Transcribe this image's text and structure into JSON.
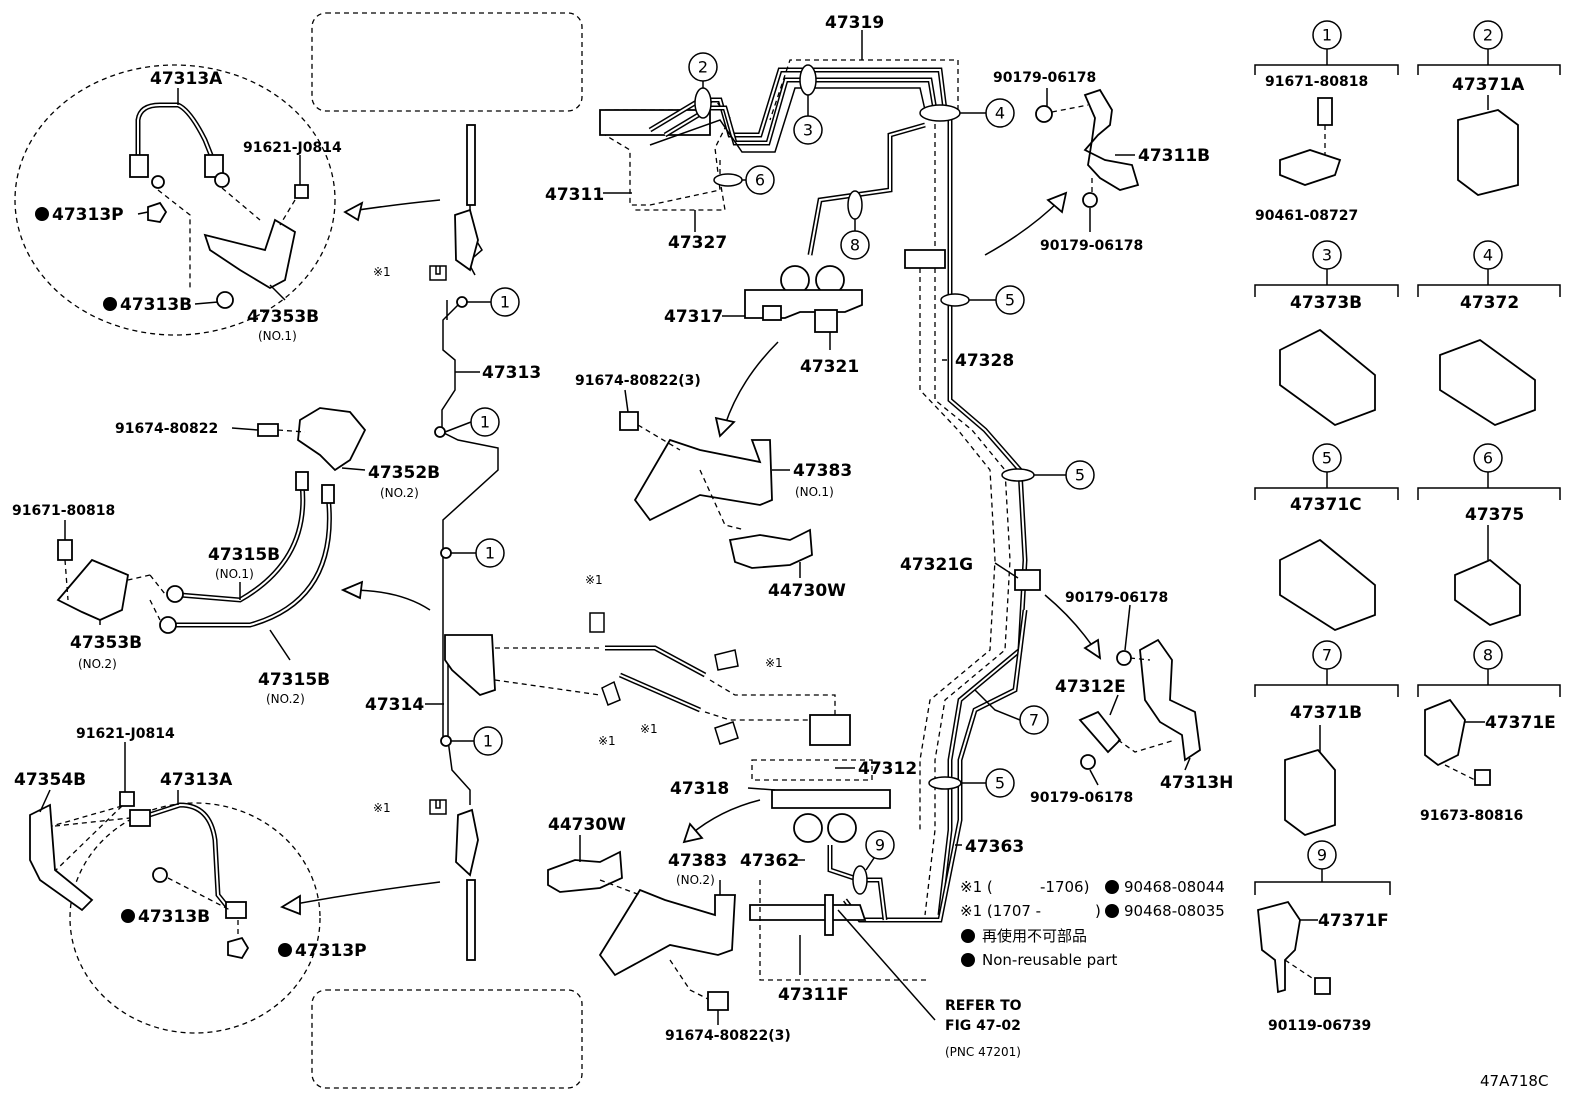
{
  "diagram_id": "47A718C",
  "parts": {
    "p47319": "47319",
    "p47313A_top": "47313A",
    "p91621_top": "91621-J0814",
    "p47313P_top": "47313P",
    "p47313B_top": "47313B",
    "p47353B_no1": "47353B",
    "p47353B_no1_sub": "(NO.1)",
    "p47311": "47311",
    "p47327": "47327",
    "p47317": "47317",
    "p47321": "47321",
    "p47313": "47313",
    "p91674_left": "91674-80822",
    "p47352B": "47352B",
    "p47352B_sub": "(NO.2)",
    "p91671_left": "91671-80818",
    "p47315B_no1": "47315B",
    "p47315B_no1_sub": "(NO.1)",
    "p47353B_no2": "47353B",
    "p47353B_no2_sub": "(NO.2)",
    "p47315B_no2": "47315B",
    "p47315B_no2_sub": "(NO.2)",
    "p47314": "47314",
    "p91621_bot": "91621-J0814",
    "p47354B": "47354B",
    "p47313A_bot": "47313A",
    "p47313B_bot": "47313B",
    "p47313P_bot": "47313P",
    "p91674_3_top": "91674-80822(3)",
    "p47383_no1": "47383",
    "p47383_no1_sub": "(NO.1)",
    "p44730W_top": "44730W",
    "p47312": "47312",
    "p47318": "47318",
    "p44730W_bot": "44730W",
    "p47383_no2": "47383",
    "p47383_no2_sub": "(NO.2)",
    "p47362": "47362",
    "p47311F": "47311F",
    "p91674_3_bot": "91674-80822(3)",
    "p90179_a": "90179-06178",
    "p47311B": "47311B",
    "p90179_b": "90179-06178",
    "p47328": "47328",
    "p47321G": "47321G",
    "p90179_c": "90179-06178",
    "p47312E": "47312E",
    "p47313H": "47313H",
    "p90179_d": "90179-06178",
    "p47363": "47363"
  },
  "refer": {
    "line1": "REFER TO",
    "line2": "FIG 47-02",
    "line3": "(PNC 47201)"
  },
  "mark": "※1",
  "notes": {
    "n1_prefix": "※1 (",
    "n1_range": "-1706)",
    "n1_part": "90468-08044",
    "n2_prefix": "※1 (1707 -",
    "n2_range": ")",
    "n2_part": "90468-08035",
    "jp": "再使用不可部品",
    "en": "Non-reusable part"
  },
  "clamps": {
    "c1_num": "1",
    "c1_top": "91671-80818",
    "c1_bot": "90461-08727",
    "c2_num": "2",
    "c2_part": "47371A",
    "c3_num": "3",
    "c3_part": "47373B",
    "c4_num": "4",
    "c4_part": "47372",
    "c5_num": "5",
    "c5_part": "47371C",
    "c6_num": "6",
    "c6_part": "47375",
    "c7_num": "7",
    "c7_part": "47371B",
    "c8_num": "8",
    "c8_part": "47371E",
    "c8_bolt": "91673-80816",
    "c9_num": "9",
    "c9_part": "47371F",
    "c9_bolt": "90119-06739"
  },
  "callouts": [
    "1",
    "2",
    "3",
    "4",
    "5",
    "6",
    "7",
    "8",
    "9"
  ]
}
